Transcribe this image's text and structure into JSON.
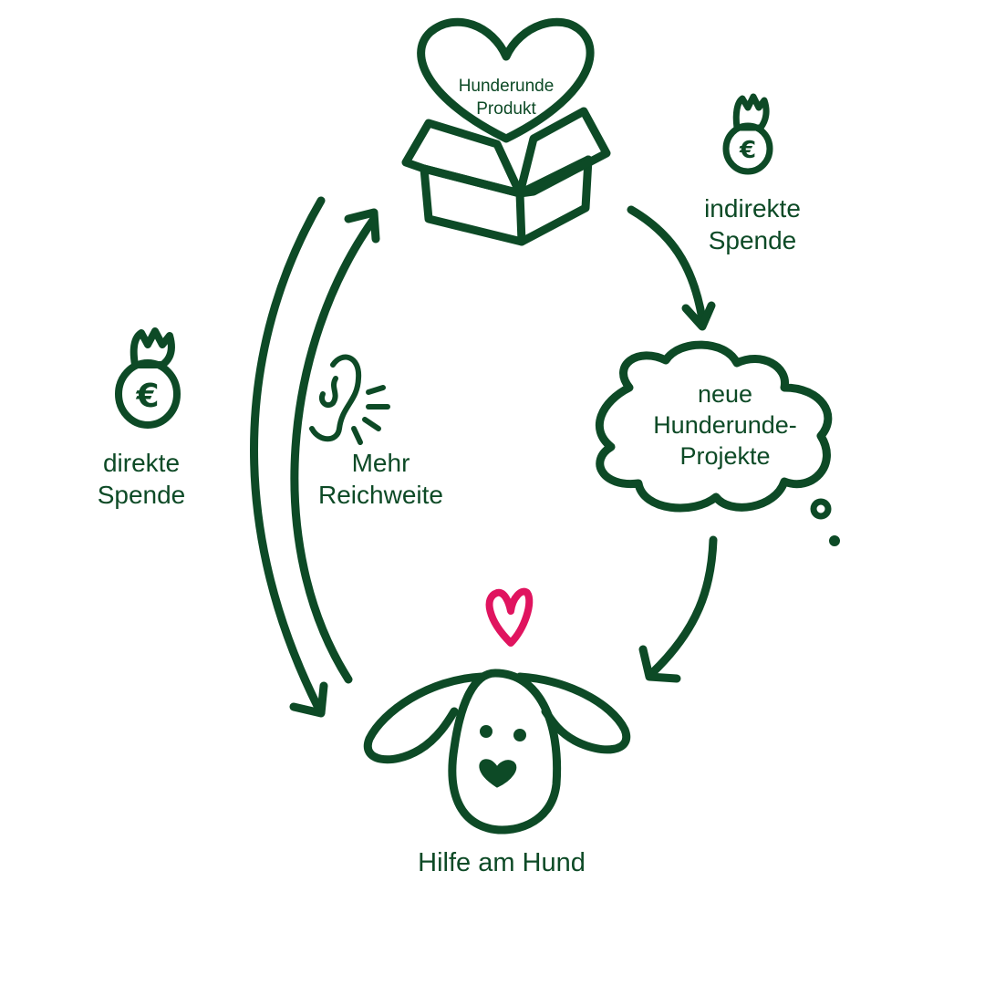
{
  "colors": {
    "ink": "#0d4a26",
    "accent_heart": "#e0145f",
    "background": "#ffffff"
  },
  "nodes": {
    "product": {
      "lines": [
        "Hunderunde",
        "Produkt"
      ],
      "icons": [
        "heart-icon",
        "open-box-icon"
      ]
    },
    "indirect_donation": {
      "lines": [
        "indirekte",
        "Spende"
      ],
      "icon": "euro-money-bag-icon"
    },
    "new_projects": {
      "lines": [
        "neue",
        "Hunderunde-",
        "Projekte"
      ],
      "icon": "thought-cloud-icon"
    },
    "help_dog": {
      "label": "Hilfe am Hund",
      "icons": [
        "dog-face-icon",
        "pink-heart-icon"
      ]
    },
    "direct_donation": {
      "lines": [
        "direkte",
        "Spende"
      ],
      "icon": "euro-money-bag-icon"
    },
    "more_reach": {
      "lines": [
        "Mehr",
        "Reichweite"
      ],
      "icon": "ear-icon"
    }
  },
  "flows": [
    {
      "from": "product",
      "to": "new_projects",
      "via": "indirect_donation"
    },
    {
      "from": "new_projects",
      "to": "help_dog"
    },
    {
      "from": "product",
      "to": "help_dog",
      "via": "direct_donation"
    },
    {
      "from": "help_dog",
      "to": "product",
      "via": "more_reach"
    }
  ]
}
